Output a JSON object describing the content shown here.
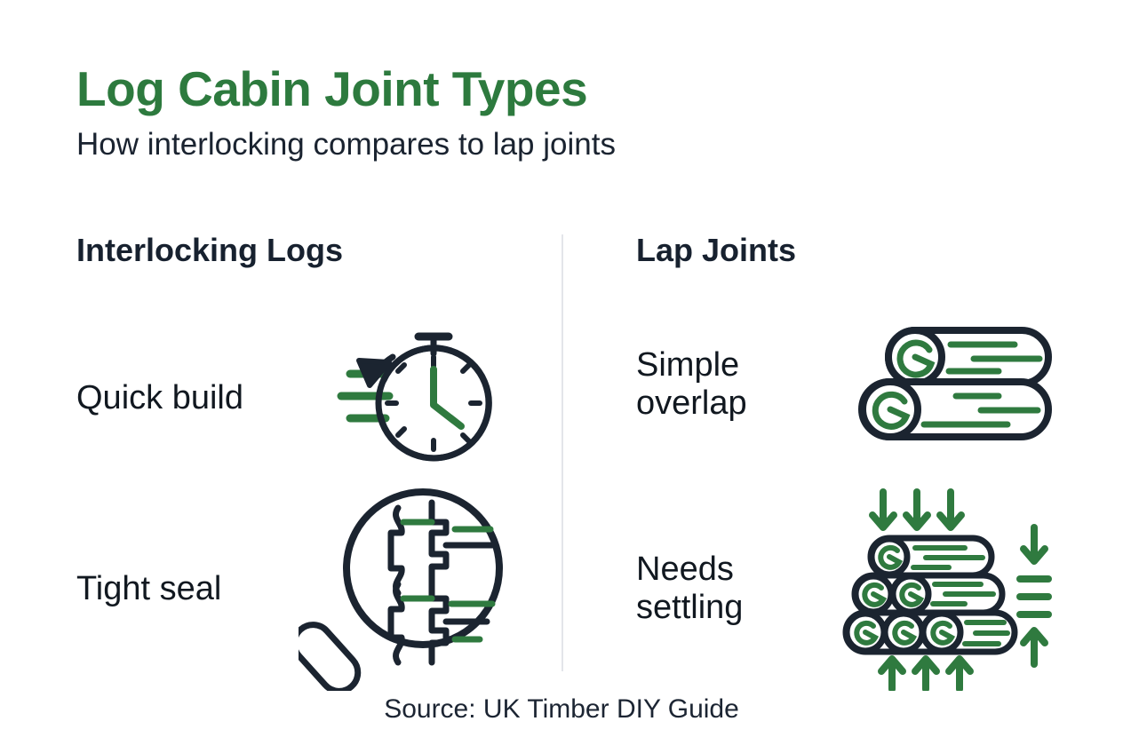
{
  "header": {
    "title": "Log Cabin Joint Types",
    "subtitle": "How interlocking compares to lap joints"
  },
  "colors": {
    "title_green": "#2d7a3e",
    "accent_green": "#2f7a3f",
    "ink_navy": "#1b2430",
    "text_dark": "#111820",
    "divider": "#e3e5ea",
    "background": "#ffffff"
  },
  "columns": [
    {
      "heading": "Interlocking Logs",
      "rows": [
        {
          "label": "Quick build",
          "icon": "stopwatch-speed-icon"
        },
        {
          "label": "Tight seal",
          "icon": "magnifier-interlock-joint-icon"
        }
      ]
    },
    {
      "heading": "Lap Joints",
      "rows": [
        {
          "label": "Simple overlap",
          "icon": "two-overlapping-logs-icon"
        },
        {
          "label": "Needs settling",
          "icon": "log-stack-compression-icon"
        }
      ]
    }
  ],
  "footer": {
    "source": "Source: UK Timber DIY Guide"
  }
}
